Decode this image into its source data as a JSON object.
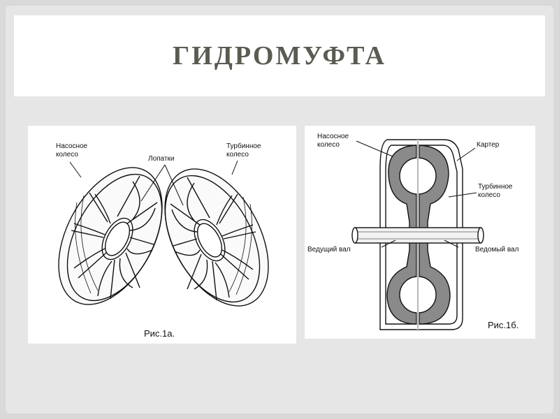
{
  "title": "ГИДРОМУФТА",
  "figure_a": {
    "pump_label_line1": "Насосное",
    "pump_label_line2": "колесо",
    "blades_label": "Лопатки",
    "turbine_label_line1": "Турбинное",
    "turbine_label_line2": "колесо",
    "caption": "Рис.1а."
  },
  "figure_b": {
    "pump_label_line1": "Насосное",
    "pump_label_line2": "колесо",
    "housing_label": "Картер",
    "turbine_label_line1": "Турбинное",
    "turbine_label_line2": "колесо",
    "drive_shaft_label": "Ведущий вал",
    "driven_shaft_label": "Ведомый вал",
    "caption": "Рис.1б."
  }
}
